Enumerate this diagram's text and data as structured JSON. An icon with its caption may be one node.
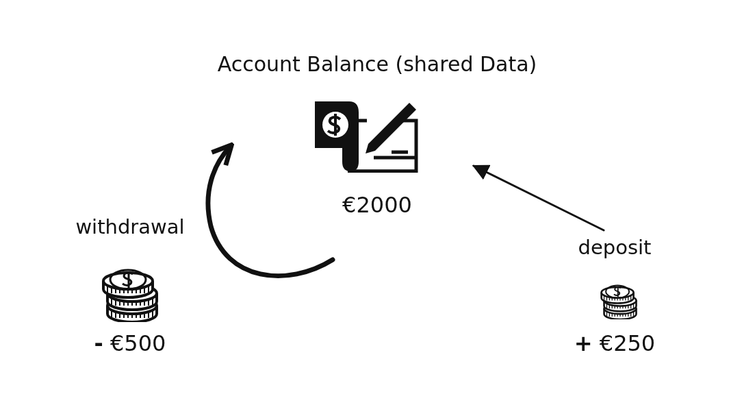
{
  "diagram": {
    "nodes": [
      {
        "text": [
          "Account Balance (shared Data)",
          "€2000"
        ]
      },
      {
        "text": [
          "withdrawal",
          "**-** €500"
        ]
      },
      {
        "text": [
          "deposit",
          "**+** €250"
        ]
      }
    ],
    "edges": [
      {
        "from": null,
        "to": 0,
        "arrow": "to",
        "style": "thick"
      },
      {
        "from": 2,
        "to": 0,
        "arrow": "to"
      }
    ]
  }
}
